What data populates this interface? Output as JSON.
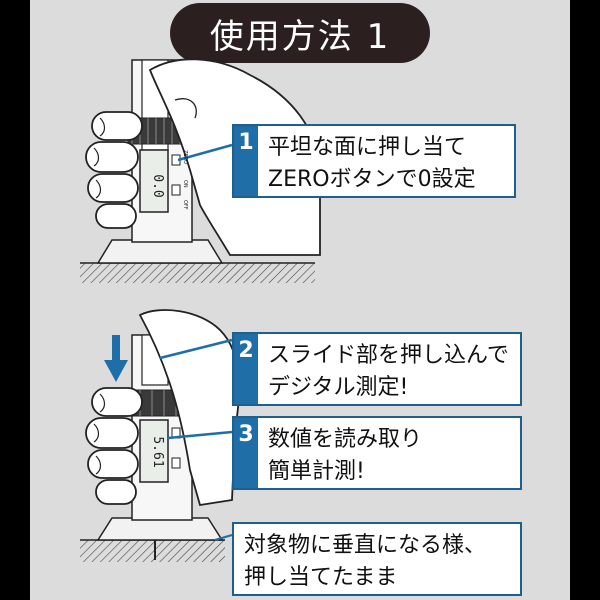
{
  "title": "使用方法 1",
  "callouts": [
    {
      "number": "1",
      "line1": "平坦な面に押し当て",
      "line2": "ZEROボタンで0設定"
    },
    {
      "number": "2",
      "line1": "スライド部を押し込んで",
      "line2": "デジタル測定!"
    },
    {
      "number": "3",
      "line1": "数値を読み取り",
      "line2": "簡単計測!"
    }
  ],
  "note": {
    "line1": "対象物に垂直になる様、",
    "line2": "押し当てたまま"
  },
  "device": {
    "reading_top": "0.0",
    "reading_bottom": "5.61",
    "label_on": "ON",
    "label_off": "OFF",
    "label_zero": "ZERO"
  },
  "colors": {
    "accent": "#1f6ea8",
    "title_bg": "#2b1f1f",
    "panel": "#dcdcdd"
  }
}
